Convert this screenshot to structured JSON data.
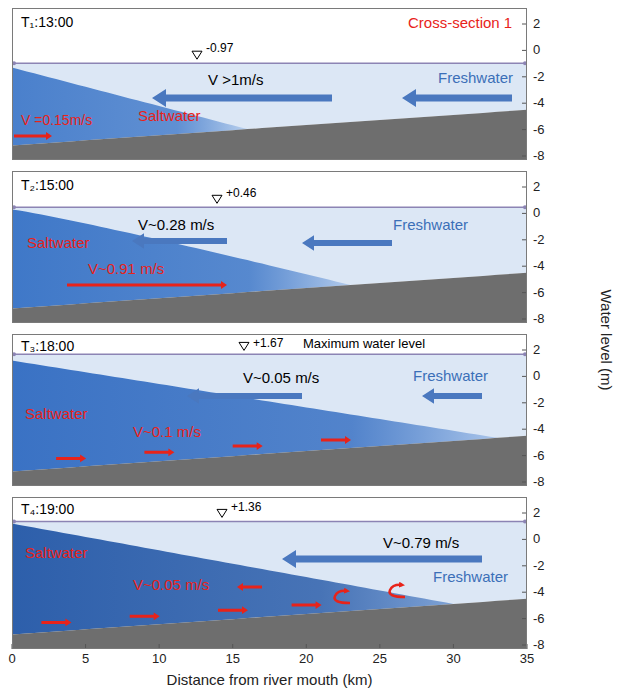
{
  "diagram": {
    "nodes": [
      {
        "text": [
          "T₁:13:00",
          "Cross-section 1",
          "-0.97",
          "V >1m/s",
          "Freshwater",
          "V =0.15m/s",
          "Saltwater"
        ]
      },
      {
        "text": [
          "T₂:15:00",
          "+0.46",
          "Saltwater",
          "V~0.28 m/s",
          "Freshwater",
          "V~0.91 m/s"
        ]
      },
      {
        "text": [
          "T₃:18:00",
          "+1.67",
          "Maximum water level",
          "V~0.05 m/s",
          "Freshwater",
          "Saltwater",
          "V~0.1 m/s"
        ]
      },
      {
        "text": [
          "T₄:19:00",
          "+1.36",
          "Saltwater",
          "V~0.79 m/s",
          "Freshwater",
          "V~0.05 m/s"
        ]
      }
    ],
    "labels": [
      "2",
      "0",
      "-2",
      "-4",
      "-6",
      "-8",
      "2",
      "0",
      "-2",
      "-4",
      "-6",
      "-8",
      "2",
      "0",
      "-2",
      "-4",
      "-6",
      "-8",
      "2",
      "0",
      "-2",
      "-4",
      "-6",
      "-8",
      "Water level (m)",
      "0",
      "5",
      "10",
      "15",
      "20",
      "25",
      "30",
      "35",
      "Distance from river mouth (km)"
    ]
  }
}
